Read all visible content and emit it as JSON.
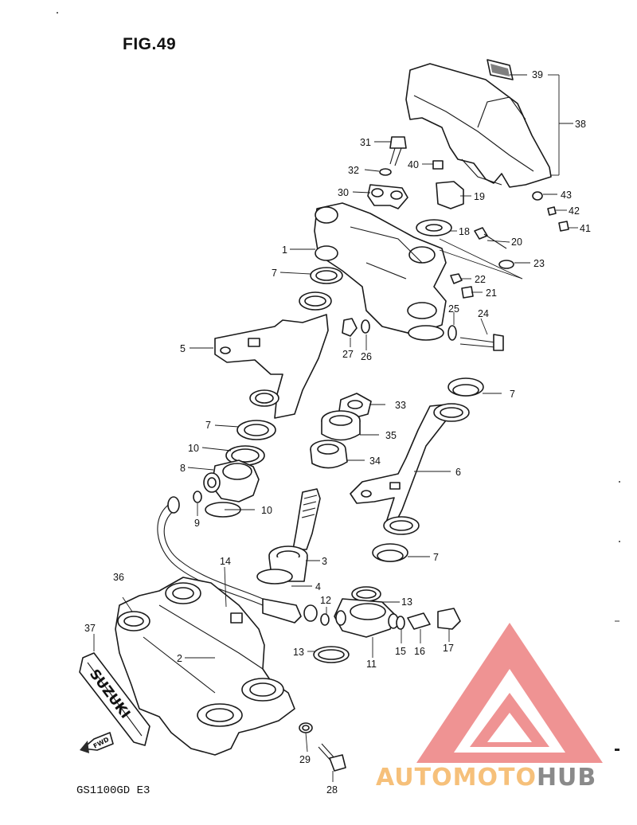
{
  "figure": {
    "title": "FIG.49",
    "model_code": "GS1100GD E3"
  },
  "part_numbers": [
    "1",
    "2",
    "3",
    "4",
    "5",
    "6",
    "7",
    "8",
    "9",
    "10",
    "11",
    "12",
    "13",
    "14",
    "15",
    "16",
    "17",
    "18",
    "19",
    "20",
    "21",
    "22",
    "23",
    "24",
    "25",
    "26",
    "27",
    "28",
    "29",
    "30",
    "31",
    "32",
    "33",
    "34",
    "35",
    "36",
    "37",
    "38",
    "39",
    "40",
    "41",
    "42",
    "43"
  ],
  "emblem_text": "SUZUKI",
  "fwd_text": "FWD",
  "watermark": {
    "part1": "AUTO",
    "part2": "MOTO",
    "part3": "HUB",
    "color_light": "#f6c07a",
    "color_dark": "#8a8a8a",
    "triangle_color": "#ec8080"
  }
}
